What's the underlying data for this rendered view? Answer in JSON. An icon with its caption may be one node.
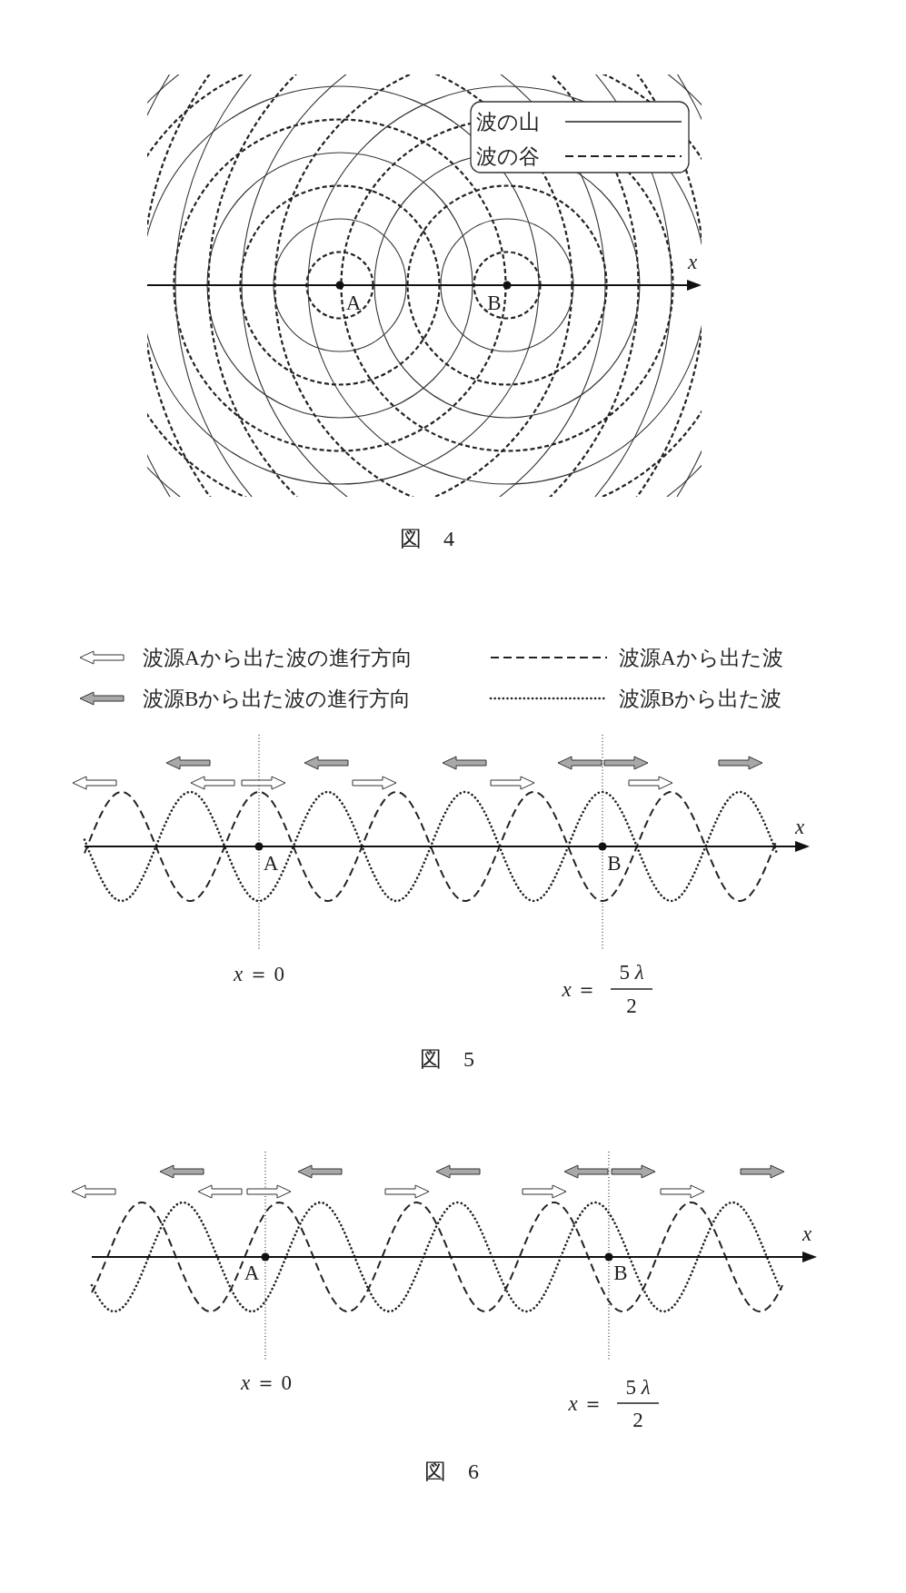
{
  "diagram": {
    "labels": [
      "x",
      "A",
      "B",
      "図　4",
      "x",
      "A",
      "B",
      "*x* ＝ 0",
      "*x* ＝",
      "5 *λ*",
      "2",
      "図　5",
      "x",
      "A",
      "B",
      "*x* ＝ 0",
      "*x* ＝",
      "5 *λ*",
      "2",
      "図　6"
    ],
    "legend": [
      {
        "text": "波の山"
      },
      {
        "text": "波の谷"
      },
      {
        "text": "波源Aから出た波の進行方向"
      },
      {
        "text": "波源Aから出た波"
      },
      {
        "text": "波源Bから出た波の進行方向"
      },
      {
        "text": "波源Bから出た波"
      }
    ]
  }
}
